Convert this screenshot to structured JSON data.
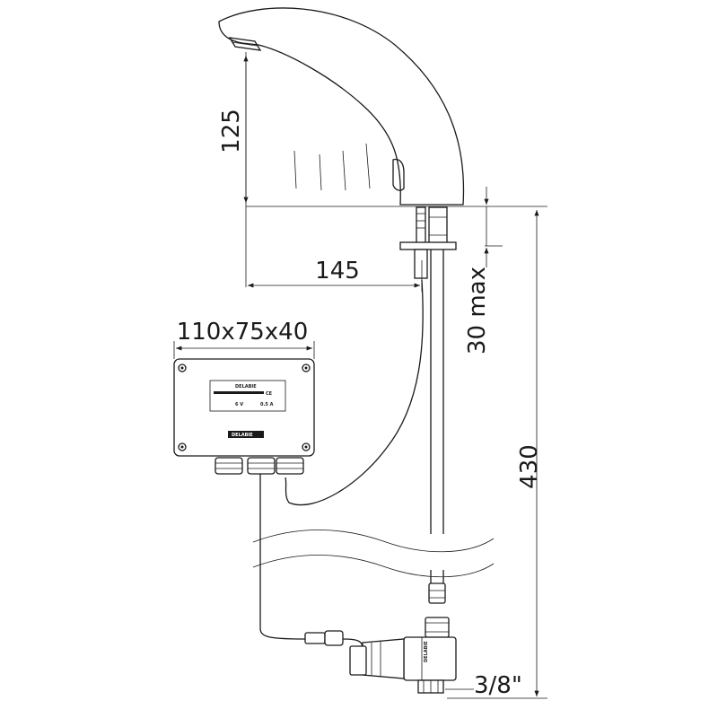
{
  "dimensions": {
    "spout_height": "125",
    "reach": "145",
    "box_size": "110x75x40",
    "deck_thickness": "30 max",
    "total_height": "430",
    "thread": "3/8\""
  },
  "box_labels": {
    "brand": "DELABIE",
    "ce": "CE",
    "voltage": "6 V",
    "current": "0.5 A",
    "logo": "DELABIE"
  }
}
